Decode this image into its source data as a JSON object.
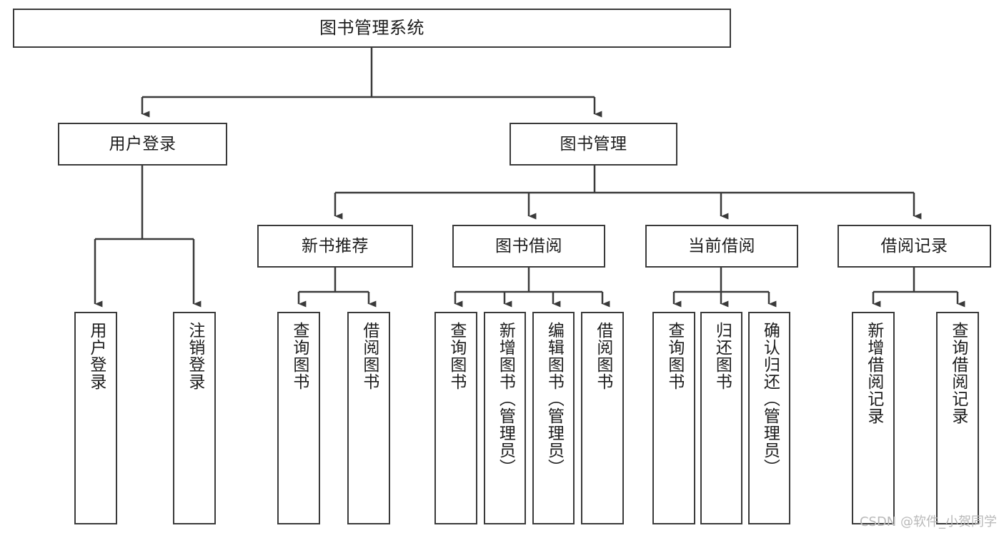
{
  "diagram": {
    "type": "tree",
    "title": "图书管理系统",
    "watermark": "CSDN @软件_小贺同学",
    "colors": {
      "stroke": "#3a3a3a",
      "text": "#1c1c1c",
      "background": "#ffffff",
      "watermark": "#b9b9b9"
    },
    "levels": {
      "root": {
        "label": "图书管理系统"
      },
      "level1": [
        {
          "label": "用户登录"
        },
        {
          "label": "图书管理"
        }
      ],
      "level2": [
        {
          "label": "新书推荐"
        },
        {
          "label": "图书借阅"
        },
        {
          "label": "当前借阅"
        },
        {
          "label": "借阅记录"
        }
      ],
      "leaves": [
        {
          "label": "用户登录"
        },
        {
          "label": "注销登录"
        },
        {
          "label": "查询图书"
        },
        {
          "label": "借阅图书"
        },
        {
          "label": "查询图书"
        },
        {
          "label": "新增图书（管理员）"
        },
        {
          "label": "编辑图书（管理员）"
        },
        {
          "label": "借阅图书"
        },
        {
          "label": "查询图书"
        },
        {
          "label": "归还图书"
        },
        {
          "label": "确认归还（管理员）"
        },
        {
          "label": "新增借阅记录"
        },
        {
          "label": "查询借阅记录"
        }
      ]
    },
    "structure": {
      "图书管理系统": [
        "用户登录",
        "图书管理"
      ],
      "用户登录": [
        "用户登录",
        "注销登录"
      ],
      "图书管理": [
        "新书推荐",
        "图书借阅",
        "当前借阅",
        "借阅记录"
      ],
      "新书推荐": [
        "查询图书",
        "借阅图书"
      ],
      "图书借阅": [
        "查询图书",
        "新增图书（管理员）",
        "编辑图书（管理员）",
        "借阅图书"
      ],
      "当前借阅": [
        "查询图书",
        "归还图书",
        "确认归还（管理员）"
      ],
      "借阅记录": [
        "新增借阅记录",
        "查询借阅记录"
      ]
    }
  }
}
